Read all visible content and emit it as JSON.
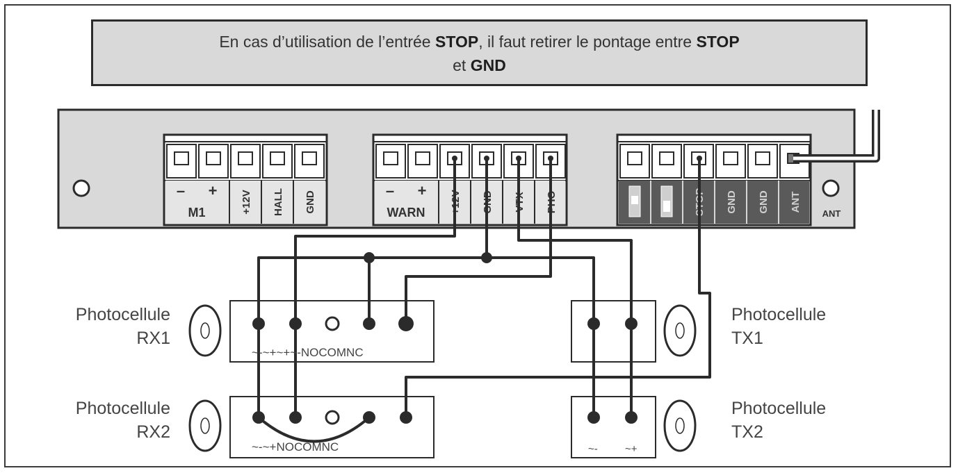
{
  "notice": {
    "part1": "En cas d’utilisation de l’entrée ",
    "bold1": "STOP",
    "part2": ", il faut retirer le pontage entre ",
    "bold2": "STOP",
    "part3": "et ",
    "bold3": "GND"
  },
  "connectors": {
    "left": {
      "pins": [
        "–",
        "+",
        "+12V",
        "HALL",
        "GND"
      ],
      "group_label": "M1"
    },
    "middle": {
      "pins": [
        "–",
        "+",
        "+12V",
        "GND",
        "VTX",
        "PHO"
      ],
      "group_label": "WARN"
    },
    "right": {
      "pins": [
        "STOP",
        "GND",
        "GND",
        "ANT"
      ]
    },
    "ant_label": "ANT"
  },
  "photocells": {
    "rx1": {
      "line1": "Photocellule",
      "line2": "RX1",
      "terminals": "~-~+~+~-NOCOMNC"
    },
    "rx2": {
      "line1": "Photocellule",
      "line2": "RX2",
      "terminals": "~-~+NOCOMNC"
    },
    "tx1": {
      "line1": "Photocellule",
      "line2": "TX1"
    },
    "tx2": {
      "line1": "Photocellule",
      "line2": "TX2",
      "term_minus": "~-",
      "term_plus": "~+"
    }
  },
  "colors": {
    "ink": "#2b2b2b",
    "panel": "#d9d9d9",
    "dark_label": "#5a5a5a"
  }
}
